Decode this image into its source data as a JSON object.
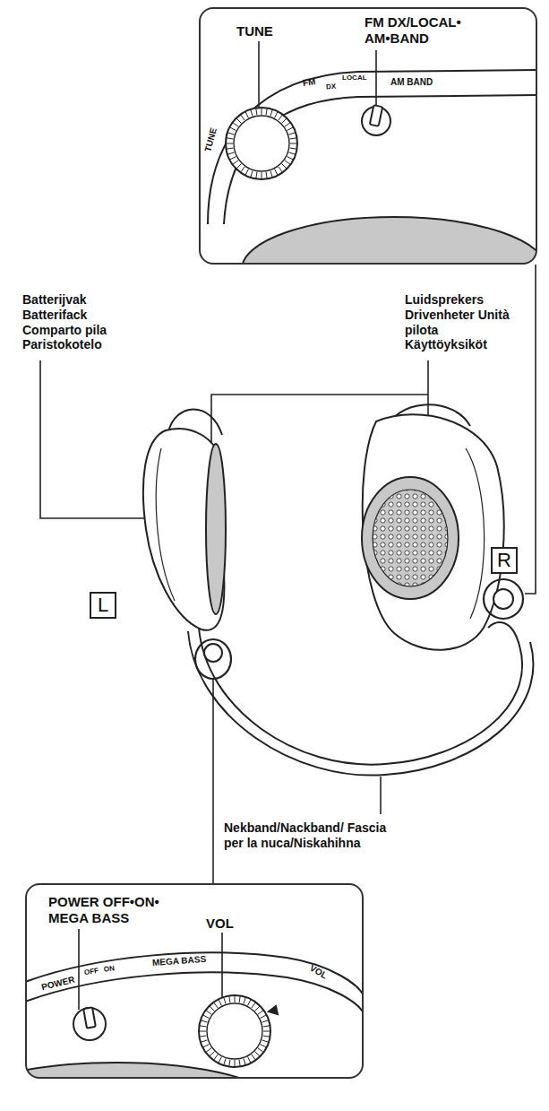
{
  "diagram": {
    "nodes": [
      {
        "text": [
          "TUNE",
          "FM DX/LOCAL• AM•BAND"
        ]
      },
      {
        "text": [
          "R"
        ]
      },
      {
        "text": [
          "L"
        ]
      },
      {
        "text": [
          "POWER OFF•ON• MEGA BASS",
          "VOL"
        ]
      }
    ],
    "labels": [
      "Batterijvak Batterifack Comparto pila Paristokotelo",
      "Luidsprekers Drivenheter Unità pilota Käyttöyksiköt",
      "Nekband/Nackband/ Fascia per la nuca/Niskahihna",
      "TUNE",
      "FM",
      "DX",
      "LOCAL",
      "AM BAND",
      "POWER",
      "OFF",
      "ON",
      "MEGA BASS",
      "VOL"
    ]
  }
}
